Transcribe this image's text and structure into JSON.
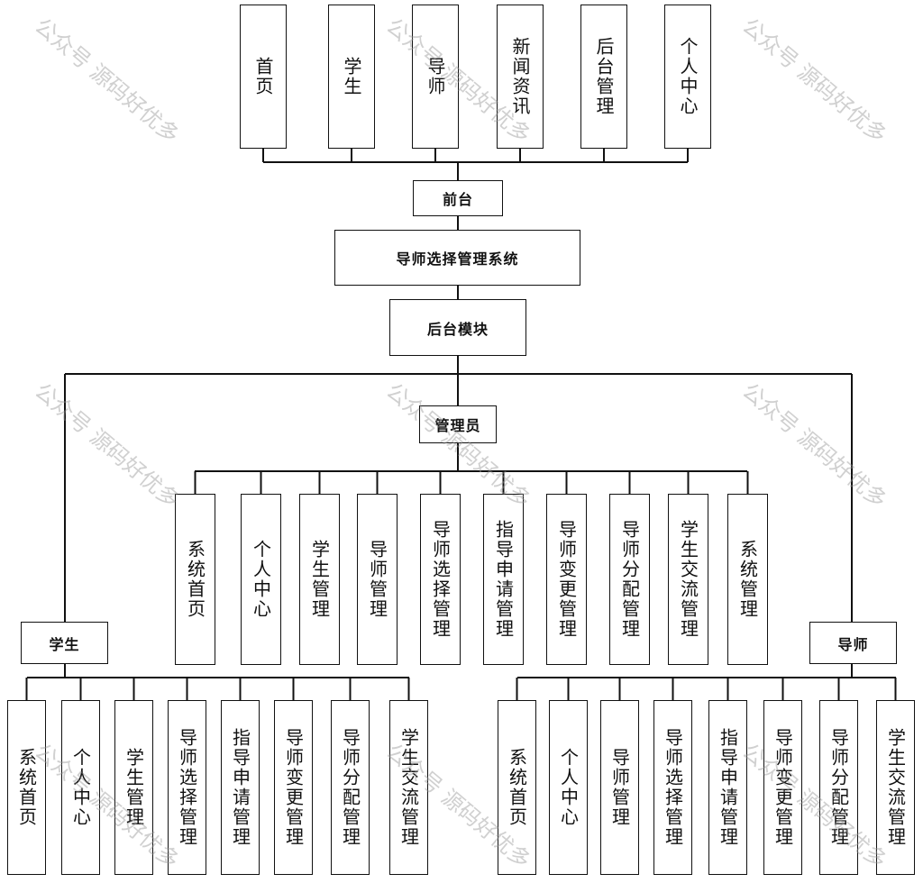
{
  "top_menu": [
    "首页",
    "学生",
    "导师",
    "新闻资讯",
    "后台管理",
    "个人中心"
  ],
  "frontend": "前台",
  "system": "导师选择管理系统",
  "backend": "后台模块",
  "admin": {
    "label": "管理员",
    "items": [
      "系统首页",
      "个人中心",
      "学生管理",
      "导师管理",
      "导师选择管理",
      "指导申请管理",
      "导师变更管理",
      "导师分配管理",
      "学生交流管理",
      "系统管理"
    ]
  },
  "student": {
    "label": "学生",
    "items": [
      "系统首页",
      "个人中心",
      "学生管理",
      "导师选择管理",
      "指导申请管理",
      "导师变更管理",
      "导师分配管理",
      "学生交流管理"
    ]
  },
  "tutor": {
    "label": "导师",
    "items": [
      "系统首页",
      "个人中心",
      "导师管理",
      "导师选择管理",
      "指导申请管理",
      "导师变更管理",
      "导师分配管理",
      "学生交流管理"
    ]
  },
  "watermark": "公众号 源码好优多",
  "colors": {
    "line": "#111111",
    "box_border": "#111111",
    "watermark": "#969696"
  }
}
